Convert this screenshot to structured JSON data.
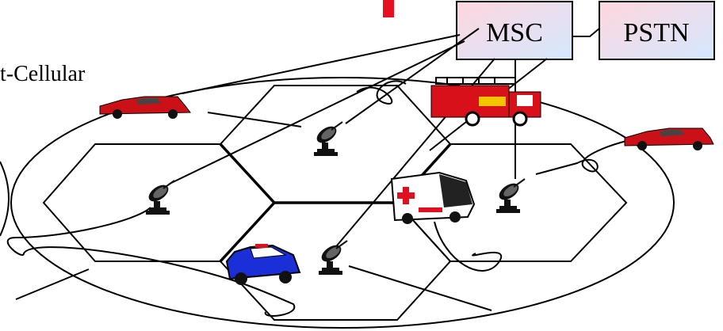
{
  "diagram": {
    "side_label": "t-Cellular",
    "switch_label": "MSC",
    "network_label": "PSTN",
    "colors": {
      "box_fill_top": "#ffd6de",
      "box_fill_bottom": "#cfe6ff",
      "accent_red": "#e8101e",
      "vehicle_red": "#cc1018",
      "police_blue": "#1a2fd8",
      "ambulance_red": "#e01020"
    },
    "icons": [
      "antenna-tower-icon",
      "fire-truck-icon",
      "ambulance-icon",
      "police-car-icon",
      "red-car-icon"
    ]
  }
}
